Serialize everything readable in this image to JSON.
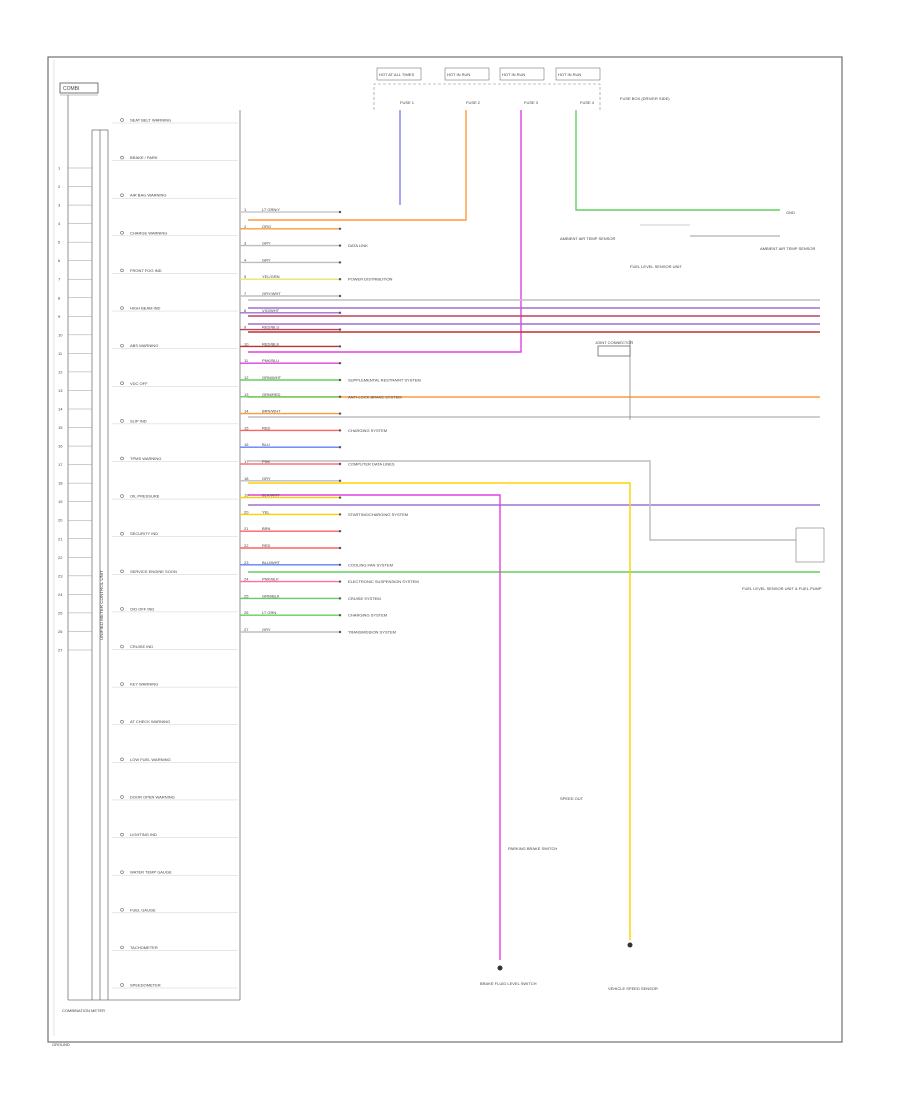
{
  "header": {
    "badge": "COMBI",
    "power_sources": [
      {
        "name": "HOT AT ALL TIMES",
        "fuse": "FUSE 1"
      },
      {
        "name": "HOT IN RUN",
        "fuse": "FUSE 2"
      },
      {
        "name": "HOT IN RUN",
        "fuse": "FUSE 3"
      },
      {
        "name": "HOT IN RUN",
        "fuse": "FUSE 4"
      }
    ],
    "fuse_block": "FUSE BOX (DRIVER SIDE)"
  },
  "cluster": {
    "title": "COMBINATION METER",
    "vertical_label": "UNIFIED METER CONTROL UNIT",
    "indicators": [
      "SEAT BELT WARNING",
      "BRAKE / PARK",
      "AIR BAG WARNING",
      "CHARGE WARNING",
      "FRONT FOG IND",
      "HIGH BEAM IND",
      "ABS WARNING",
      "VDC OFF",
      "SLIP IND",
      "TPMS WARNING",
      "OIL PRESSURE",
      "SECURITY IND",
      "SERVICE ENGINE SOON",
      "O/D OFF IND",
      "CRUISE IND",
      "KEY WARNING",
      "AT CHECK WARNING",
      "LOW FUEL WARNING",
      "DOOR OPEN WARNING",
      "LIGHTING IND",
      "WATER TEMP GAUGE",
      "FUEL GAUGE",
      "TACHOMETER",
      "SPEEDOMETER"
    ],
    "pins": [
      "1",
      "2",
      "3",
      "4",
      "5",
      "6",
      "7",
      "8",
      "9",
      "10",
      "11",
      "12",
      "13",
      "14",
      "15",
      "16",
      "17",
      "18",
      "19",
      "20",
      "21",
      "22",
      "23",
      "24",
      "25",
      "26",
      "27"
    ]
  },
  "wires": [
    {
      "pin": "1",
      "color": "LT GRN/Y",
      "dest": "",
      "hex": "#c8c8c8"
    },
    {
      "pin": "2",
      "color": "ORG",
      "dest": "",
      "hex": "#ff9a3c"
    },
    {
      "pin": "3",
      "color": "GRY",
      "dest": "DATA LINK",
      "hex": "#bdbdbd"
    },
    {
      "pin": "4",
      "color": "GRY",
      "dest": "",
      "hex": "#bdbdbd"
    },
    {
      "pin": "5",
      "color": "YEL/GRN",
      "dest": "POWER DISTRIBUTION",
      "hex": "#e6e66a"
    },
    {
      "pin": "7",
      "color": "GRY/WHT",
      "dest": "",
      "hex": "#bdbdbd"
    },
    {
      "pin": "8",
      "color": "VIO/WHT",
      "dest": "",
      "hex": "#a070d0"
    },
    {
      "pin": "9",
      "color": "RED/BLU",
      "dest": "",
      "hex": "#c04060"
    },
    {
      "pin": "10",
      "color": "RED/BLK",
      "dest": "",
      "hex": "#c03030"
    },
    {
      "pin": "11",
      "color": "PNK/BLU",
      "dest": "",
      "hex": "#e040e0"
    },
    {
      "pin": "12",
      "color": "GRN/WHT",
      "dest": "SUPPLEMENTAL RESTRAINT SYSTEM",
      "hex": "#60d060"
    },
    {
      "pin": "13",
      "color": "GRN/RED",
      "dest": "ANTI-LOCK BRAKE SYSTEM",
      "hex": "#60d060"
    },
    {
      "pin": "14",
      "color": "BRN/WHT",
      "dest": "",
      "hex": "#ff9a3c"
    },
    {
      "pin": "15",
      "color": "RED",
      "dest": "CHARGING SYSTEM",
      "hex": "#ff6060"
    },
    {
      "pin": "16",
      "color": "BLU",
      "dest": "",
      "hex": "#6080ff"
    },
    {
      "pin": "17",
      "color": "PNK",
      "dest": "COMPUTER DATA LINES",
      "hex": "#ff7070"
    },
    {
      "pin": "18",
      "color": "GRY",
      "dest": "",
      "hex": "#bdbdbd"
    },
    {
      "pin": "19",
      "color": "BLK/WHT",
      "dest": "",
      "hex": "#ffd000"
    },
    {
      "pin": "20",
      "color": "YEL",
      "dest": "STARTING/CHARGING SYSTEM",
      "hex": "#ffd000"
    },
    {
      "pin": "21",
      "color": "BRN",
      "dest": "",
      "hex": "#ff6060"
    },
    {
      "pin": "22",
      "color": "RED",
      "dest": "",
      "hex": "#ff6060"
    },
    {
      "pin": "23",
      "color": "BLU/WHT",
      "dest": "COOLING FAN SYSTEM",
      "hex": "#6080ff"
    },
    {
      "pin": "24",
      "color": "PNK/BLK",
      "dest": "ELECTRONIC SUSPENSION SYSTEM",
      "hex": "#ff70a0"
    },
    {
      "pin": "25",
      "color": "GRN/BLK",
      "dest": "CRUISE SYSTEM",
      "hex": "#60d060"
    },
    {
      "pin": "26",
      "color": "LT GRN",
      "dest": "CHARGING SYSTEM",
      "hex": "#60d060"
    },
    {
      "pin": "27",
      "color": "GRY",
      "dest": "TRANSMISSION SYSTEM",
      "hex": "#bdbdbd"
    }
  ],
  "right_components": {
    "ground": "GND",
    "sensor_top": "AMBIENT AIR TEMP SENSOR",
    "sensor_mid": "FUEL LEVEL SENSOR UNIT",
    "connector": "JOINT CONNECTOR",
    "fuel_tank": "FUEL LEVEL SENSOR UNIT & FUEL PUMP"
  },
  "bottom_components": {
    "left_switch": "BRAKE FLUID LEVEL SWITCH",
    "left_note": "PARKING BRAKE SWITCH",
    "right_switch": "VEHICLE SPEED SENSOR",
    "right_note": "SPEED OUT"
  },
  "footer": "GROUND"
}
